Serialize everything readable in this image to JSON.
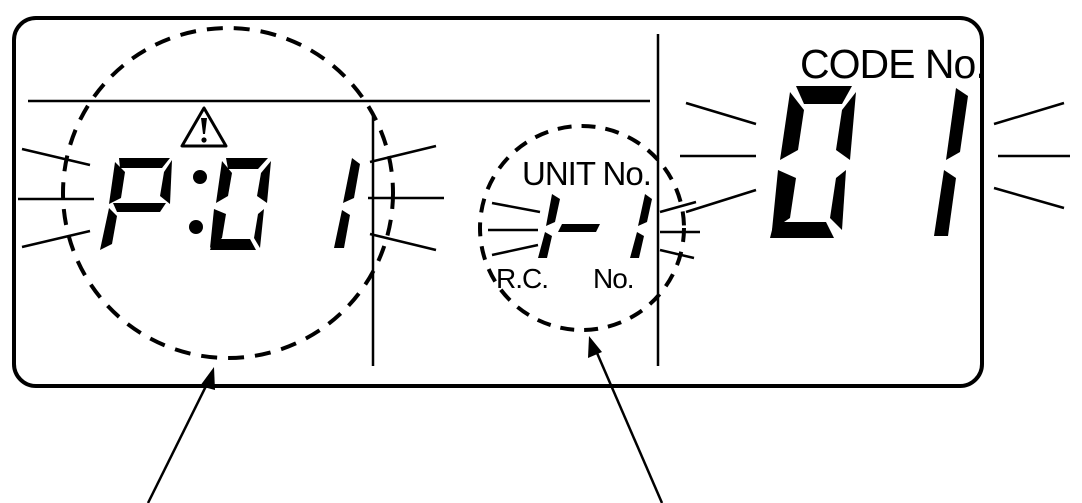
{
  "display": {
    "code_label": "CODE No.",
    "code_value": "01",
    "unit_label": "UNIT No.",
    "rc_label": "R.C.",
    "no_label": "No.",
    "check_code": "P:01",
    "unit_value": "1-1",
    "warning_icon": "warning-triangle-icon",
    "state": "blinking"
  },
  "colors": {
    "ink": "#000000",
    "background": "#ffffff"
  }
}
